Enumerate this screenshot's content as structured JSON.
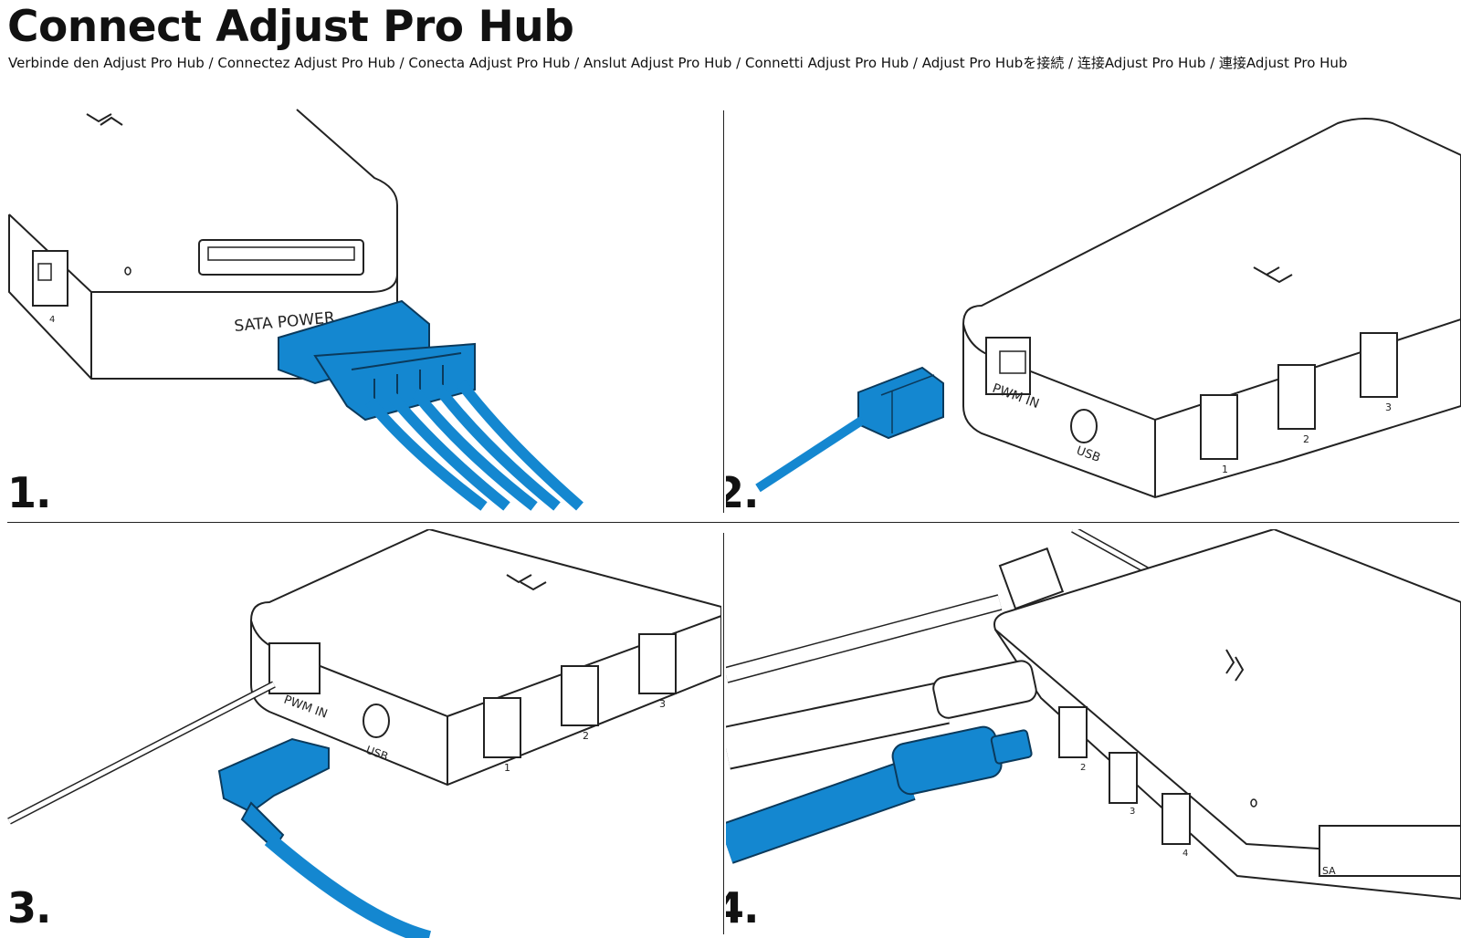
{
  "header": {
    "title": "Connect Adjust Pro Hub",
    "subtitle": "Verbinde den Adjust Pro Hub / Connectez Adjust Pro Hub / Conecta Adjust Pro Hub / Anslut Adjust Pro Hub / Connetti Adjust Pro Hub / Adjust Pro Hubを接続 / 连接Adjust Pro Hub / 連接Adjust Pro Hub"
  },
  "colors": {
    "accent": "#1487d0",
    "line": "#222222",
    "device": "#ffffff"
  },
  "steps": [
    {
      "number": "1.",
      "labels": {
        "port": "SATA POWER",
        "fan_port": "4"
      }
    },
    {
      "number": "2.",
      "labels": {
        "pwm": "PWM IN",
        "usb": "USB",
        "fan1": "1",
        "fan2": "2",
        "fan3": "3"
      }
    },
    {
      "number": "3.",
      "labels": {
        "pwm": "PWM IN",
        "usb": "USB",
        "fan1": "1",
        "fan2": "2",
        "fan3": "3"
      }
    },
    {
      "number": "4.",
      "labels": {
        "fan2": "2",
        "fan3": "3",
        "fan4": "4",
        "sata": "SA"
      }
    }
  ]
}
